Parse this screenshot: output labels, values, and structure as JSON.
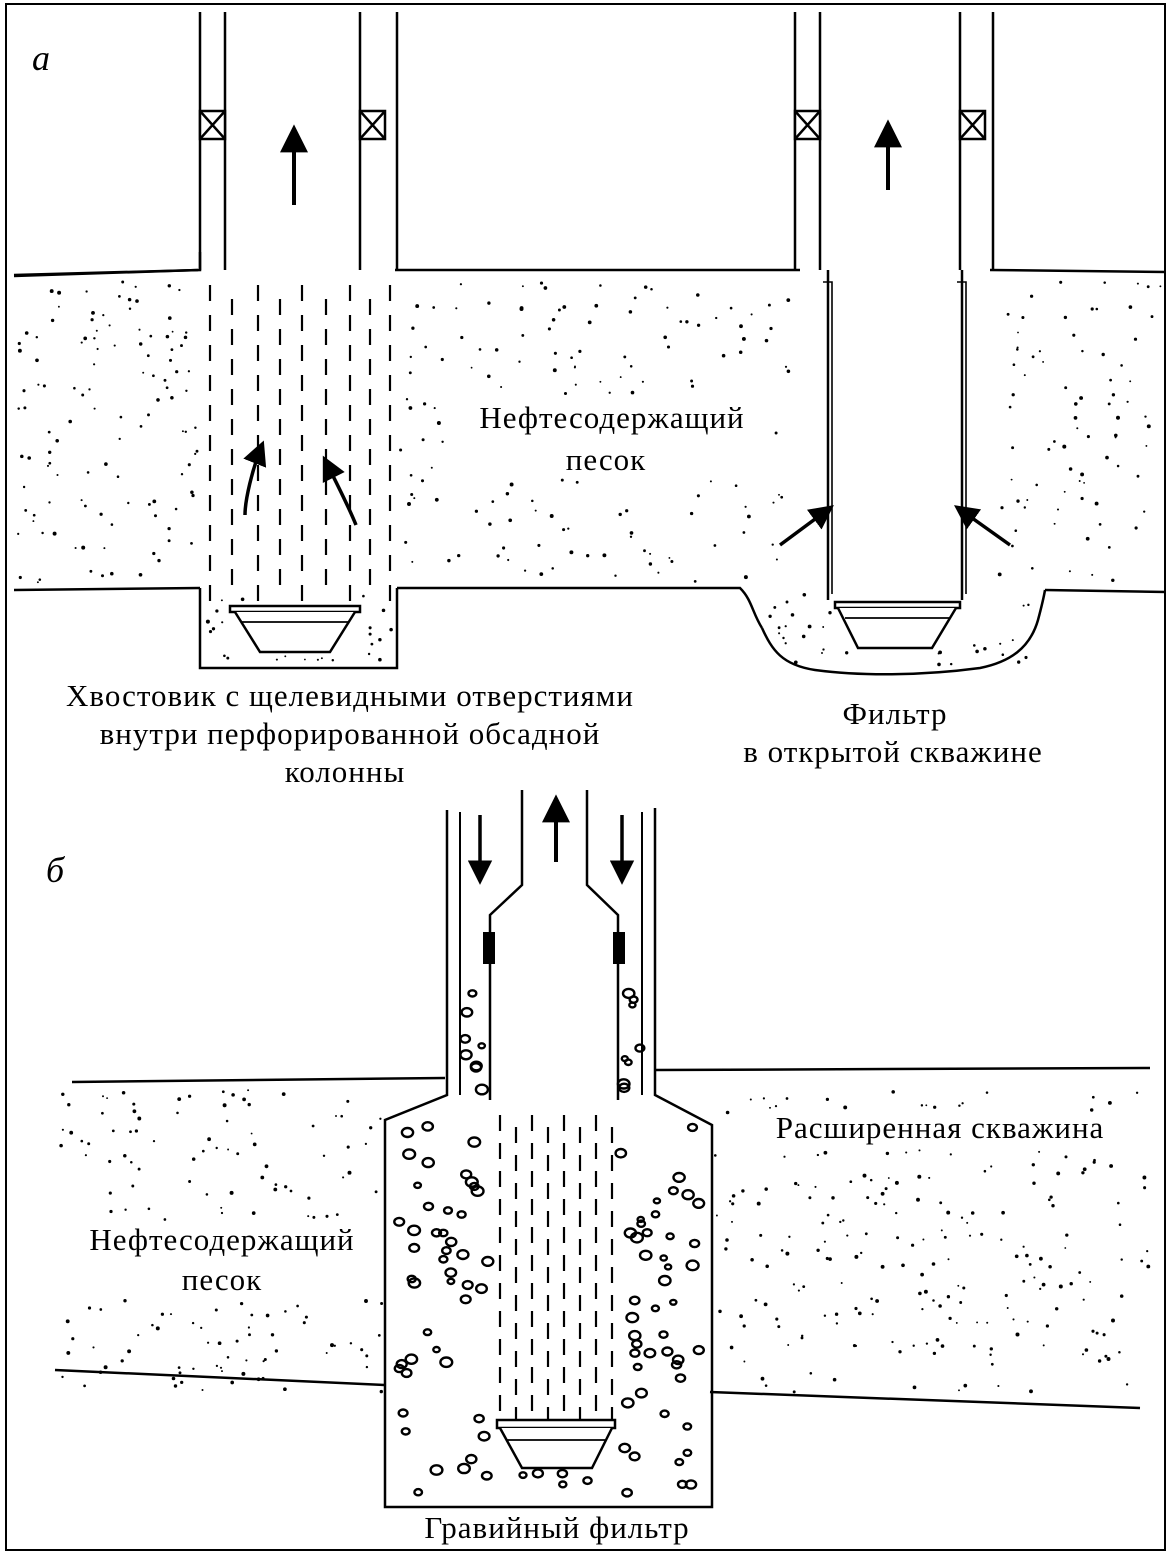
{
  "panel_a": {
    "letter": "а",
    "sand_label_line1": "Нефтесодержащий",
    "sand_label_line2": "песок",
    "left_caption_line1": "Хвостовик с щелевидными отверстиями",
    "left_caption_line2": "внутри перфорированной обсадной",
    "left_caption_line3": "колонны",
    "right_caption_line1": "Фильтр",
    "right_caption_line2": "в открытой скважине"
  },
  "panel_b": {
    "letter": "б",
    "enlarged_label": "Расширенная скважина",
    "sand_label_line1": "Нефтесодержащий",
    "sand_label_line2": "песок",
    "caption": "Гравийный фильтр"
  },
  "colors": {
    "ink": "#000000",
    "paper": "#ffffff"
  }
}
